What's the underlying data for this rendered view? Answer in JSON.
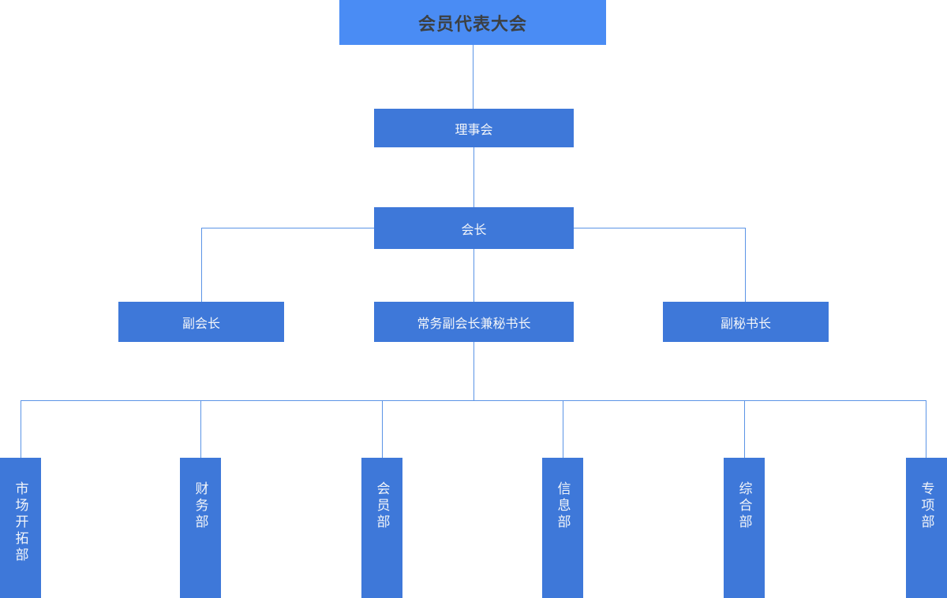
{
  "chart": {
    "type": "org-chart",
    "colors": {
      "root_fill": "#4a8cf4",
      "node_fill": "#3e78d9",
      "line": "#5b94e6",
      "root_text": "#3c4043",
      "node_text": "#f2f5f9"
    },
    "nodes": {
      "root": {
        "label": "会员代表大会"
      },
      "council": {
        "label": "理事会"
      },
      "president": {
        "label": "会长"
      },
      "vice_president": {
        "label": "副会长"
      },
      "exec_vp_secretary_general": {
        "label": "常务副会长兼秘书长"
      },
      "deputy_secretary_general": {
        "label": "副秘书长"
      },
      "departments": [
        {
          "label": "市场开拓部"
        },
        {
          "label": "财务部"
        },
        {
          "label": "会员部"
        },
        {
          "label": "信息部"
        },
        {
          "label": "综合部"
        },
        {
          "label": "专项部"
        }
      ]
    }
  }
}
